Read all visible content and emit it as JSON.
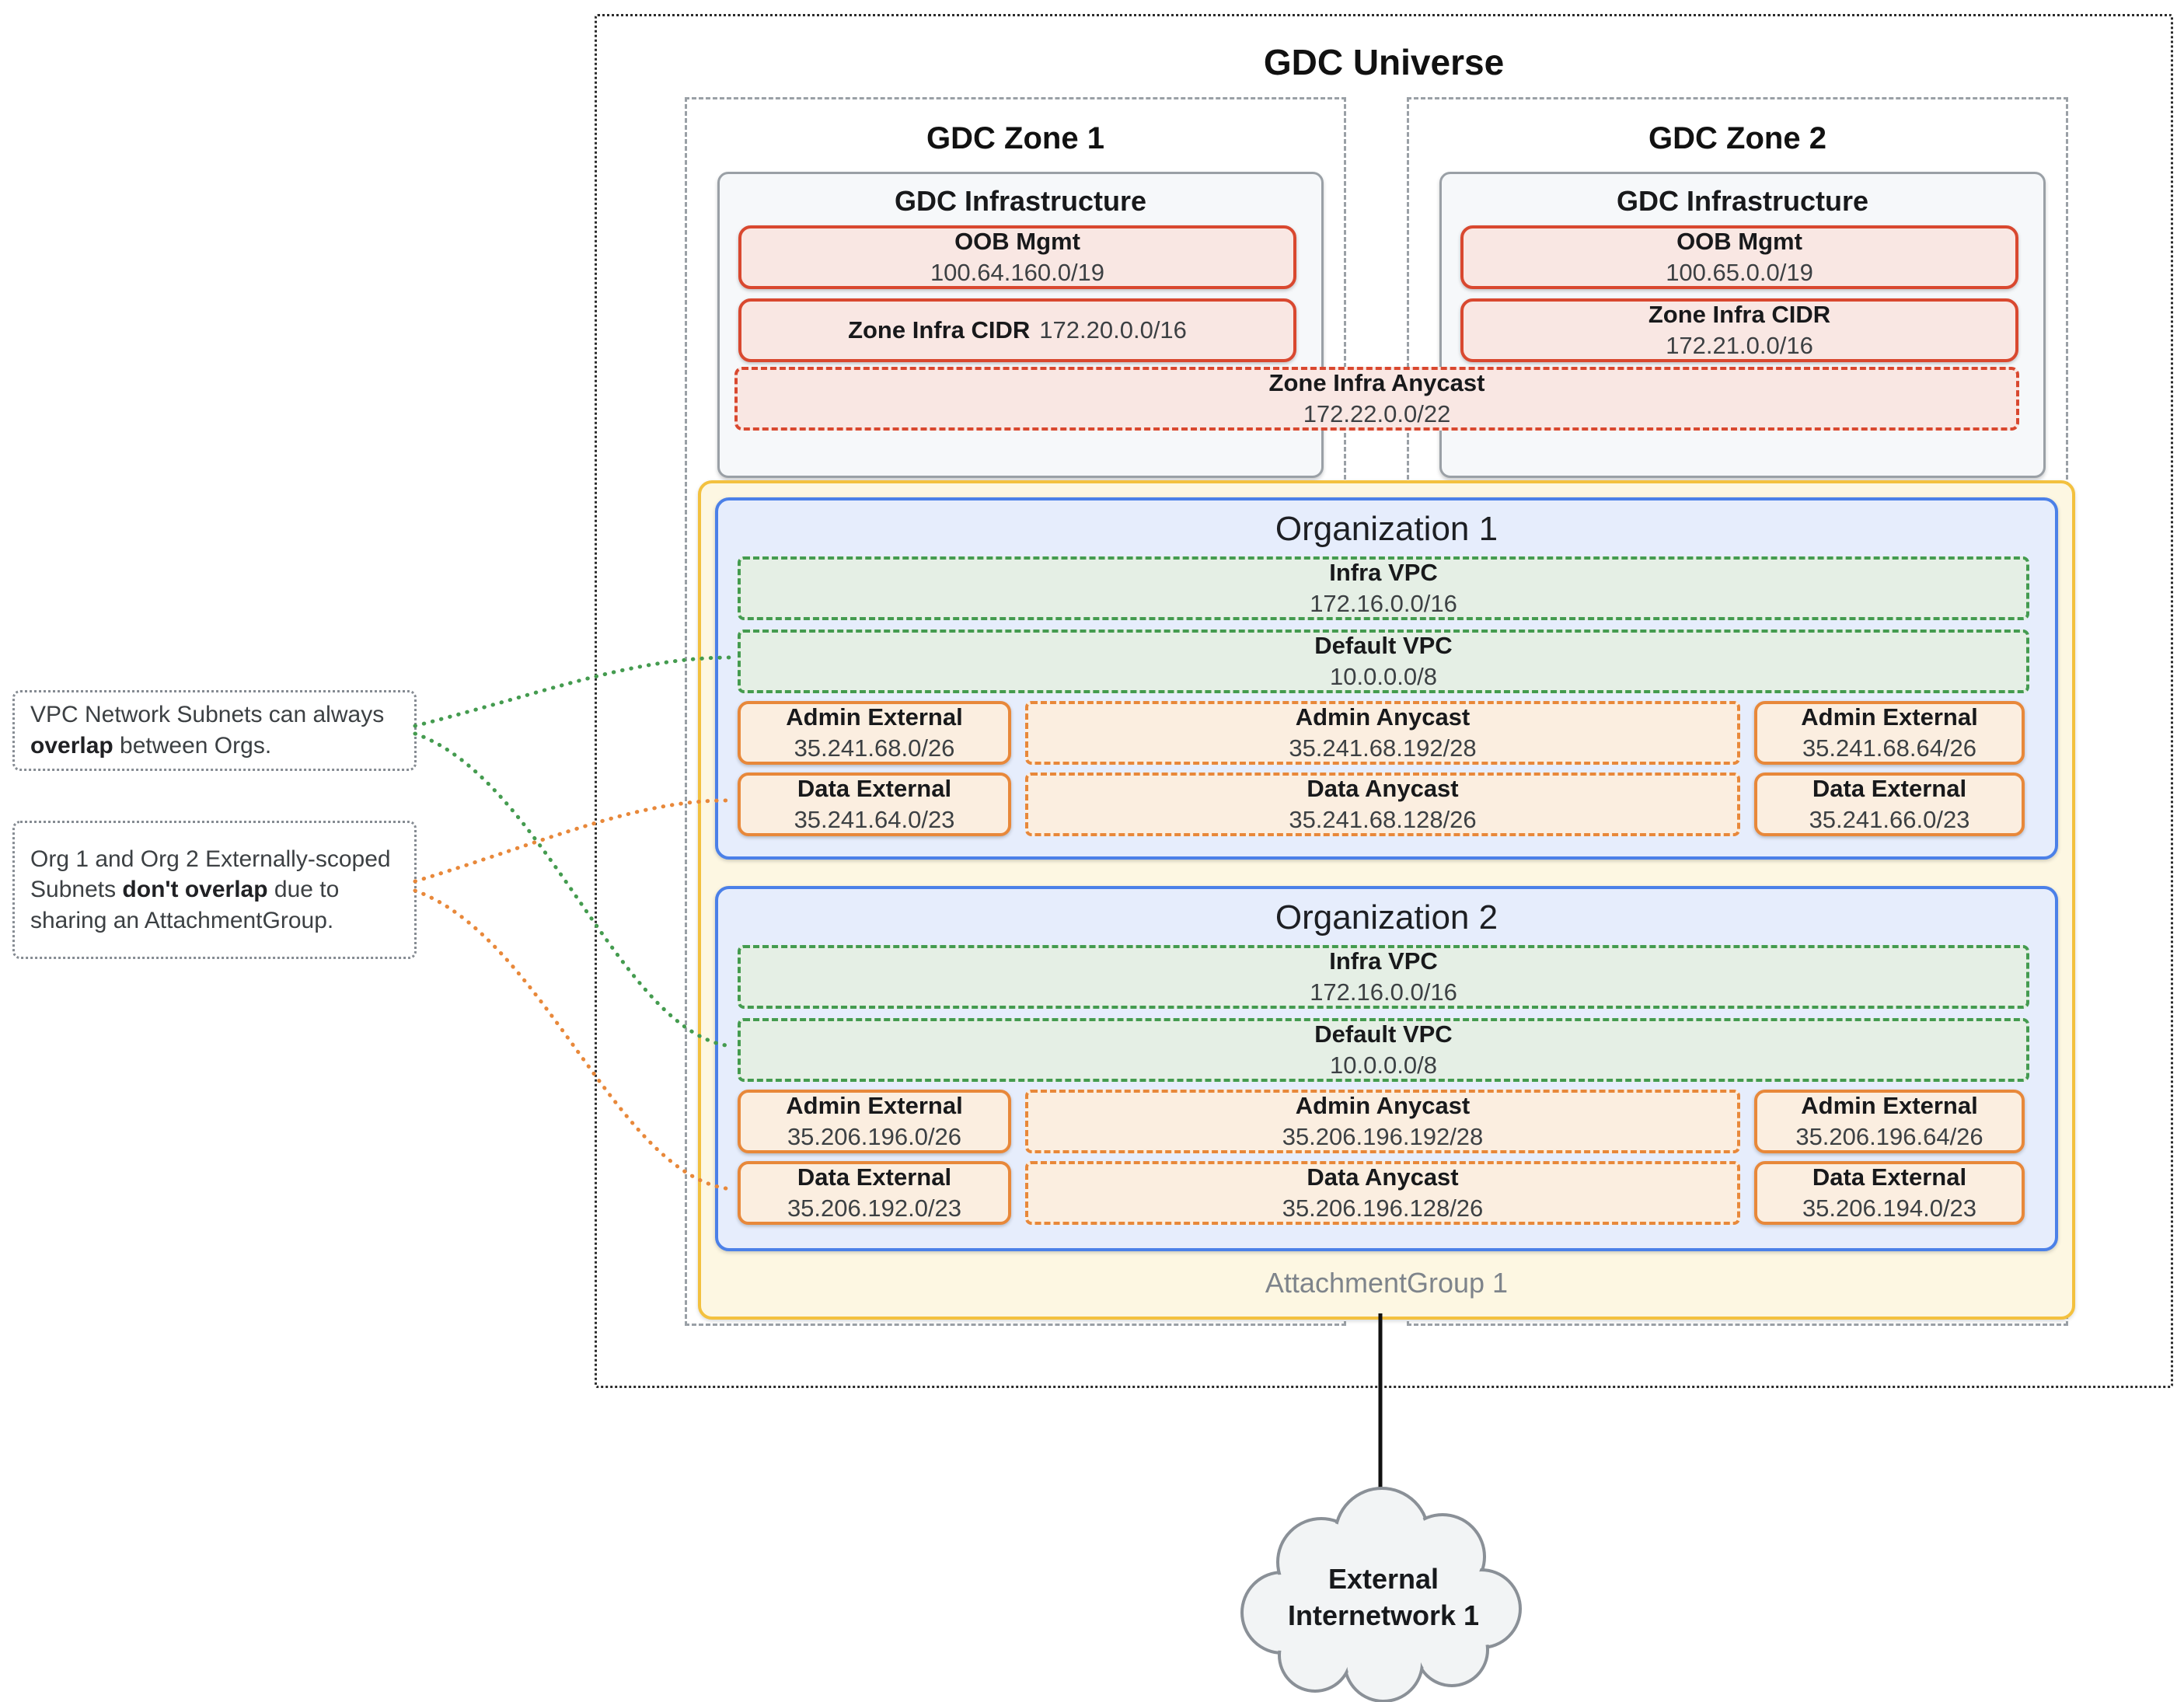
{
  "universe": {
    "title": "GDC Universe"
  },
  "zones": [
    {
      "title": "GDC Zone 1",
      "infra_title": "GDC Infrastructure",
      "oob": {
        "label": "OOB Mgmt",
        "cidr": "100.64.160.0/19"
      },
      "zone_infra_cidr": {
        "label": "Zone Infra CIDR",
        "cidr": "172.20.0.0/16"
      }
    },
    {
      "title": "GDC Zone 2",
      "infra_title": "GDC Infrastructure",
      "oob": {
        "label": "OOB Mgmt",
        "cidr": "100.65.0.0/19"
      },
      "zone_infra_cidr": {
        "label": "Zone Infra CIDR",
        "cidr": "172.21.0.0/16"
      }
    }
  ],
  "zone_anycast": {
    "label": "Zone Infra Anycast",
    "cidr": "172.22.0.0/22"
  },
  "organizations": [
    {
      "title": "Organization 1",
      "infra_vpc": {
        "label": "Infra VPC",
        "cidr": "172.16.0.0/16"
      },
      "default_vpc": {
        "label": "Default VPC",
        "cidr": "10.0.0.0/8"
      },
      "admin_row": {
        "left": {
          "label": "Admin External",
          "cidr": "35.241.68.0/26"
        },
        "center": {
          "label": "Admin Anycast",
          "cidr": "35.241.68.192/28"
        },
        "right": {
          "label": "Admin External",
          "cidr": "35.241.68.64/26"
        }
      },
      "data_row": {
        "left": {
          "label": "Data External",
          "cidr": "35.241.64.0/23"
        },
        "center": {
          "label": "Data Anycast",
          "cidr": "35.241.68.128/26"
        },
        "right": {
          "label": "Data External",
          "cidr": "35.241.66.0/23"
        }
      }
    },
    {
      "title": "Organization 2",
      "infra_vpc": {
        "label": "Infra VPC",
        "cidr": "172.16.0.0/16"
      },
      "default_vpc": {
        "label": "Default VPC",
        "cidr": "10.0.0.0/8"
      },
      "admin_row": {
        "left": {
          "label": "Admin External",
          "cidr": "35.206.196.0/26"
        },
        "center": {
          "label": "Admin Anycast",
          "cidr": "35.206.196.192/28"
        },
        "right": {
          "label": "Admin External",
          "cidr": "35.206.196.64/26"
        }
      },
      "data_row": {
        "left": {
          "label": "Data External",
          "cidr": "35.206.192.0/23"
        },
        "center": {
          "label": "Data Anycast",
          "cidr": "35.206.196.128/26"
        },
        "right": {
          "label": "Data External",
          "cidr": "35.206.194.0/23"
        }
      }
    }
  ],
  "attachment_group": {
    "label": "AttachmentGroup 1"
  },
  "cloud": {
    "line1": "External",
    "line2": "Internetwork 1"
  },
  "annotations": [
    {
      "pre": "VPC Network Subnets can always ",
      "bold": "overlap",
      "post": " between Orgs."
    },
    {
      "pre": "Org 1 and Org 2 Externally-scoped Subnets ",
      "bold": "don't overlap",
      "post": " due to sharing an AttachmentGroup."
    }
  ],
  "colors": {
    "red_border": "#d9482f",
    "red_fill": "#f9e7e3",
    "green_border": "#449b4f",
    "green_fill": "#e5efe5",
    "orange_border": "#e8883a",
    "orange_fill": "#fbeee0",
    "blue_border": "#4b80e8",
    "blue_fill": "#e6edfc",
    "yellow_border": "#f3c13f",
    "yellow_fill": "#fdf7e2",
    "gray_border": "#9aa0a6",
    "connector_green": "#449b4f",
    "connector_orange": "#e8883a"
  }
}
